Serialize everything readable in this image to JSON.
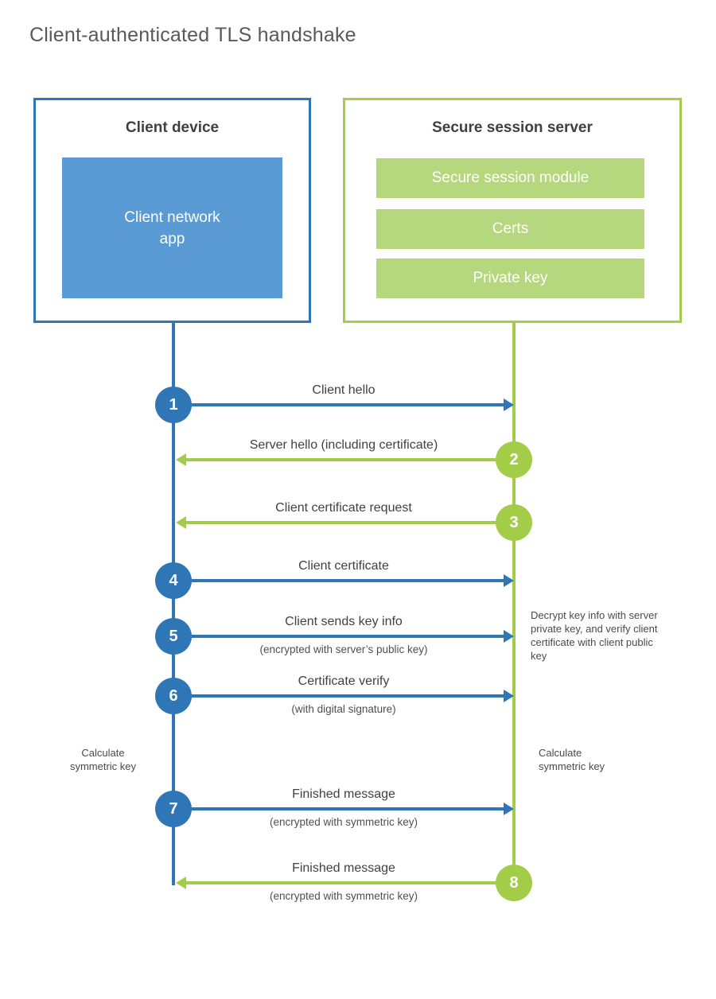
{
  "title": "Client-authenticated TLS handshake",
  "colors": {
    "blue_strong": "#2e76b5",
    "blue_light": "#5b9bd5",
    "green_strong": "#a3cd49",
    "green_light": "#b5d77d"
  },
  "client": {
    "title": "Client device",
    "app_label": "Client network\napp"
  },
  "server": {
    "title": "Secure session server",
    "modules": [
      "Secure session module",
      "Certs",
      "Private key"
    ]
  },
  "steps": [
    {
      "num": "1",
      "label": "Client hello",
      "direction": "client-to-server"
    },
    {
      "num": "2",
      "label": "Server hello (including certificate)",
      "direction": "server-to-client"
    },
    {
      "num": "3",
      "label": "Client certificate request",
      "direction": "server-to-client"
    },
    {
      "num": "4",
      "label": "Client certificate",
      "direction": "client-to-server"
    },
    {
      "num": "5",
      "label": "Client sends key info",
      "sub": "(encrypted with server’s public key)",
      "direction": "client-to-server"
    },
    {
      "num": "6",
      "label": "Certificate verify",
      "sub": "(with digital signature)",
      "direction": "client-to-server"
    },
    {
      "num": "7",
      "label": "Finished message",
      "sub": "(encrypted with symmetric key)",
      "direction": "client-to-server"
    },
    {
      "num": "8",
      "label": "Finished message",
      "sub": "(encrypted with symmetric key)",
      "direction": "server-to-client"
    }
  ],
  "annotations": {
    "decrypt": "Decrypt key info with server private key, and verify client certificate with client public key",
    "calc_left": "Calculate symmetric key",
    "calc_right": "Calculate symmetric key"
  }
}
